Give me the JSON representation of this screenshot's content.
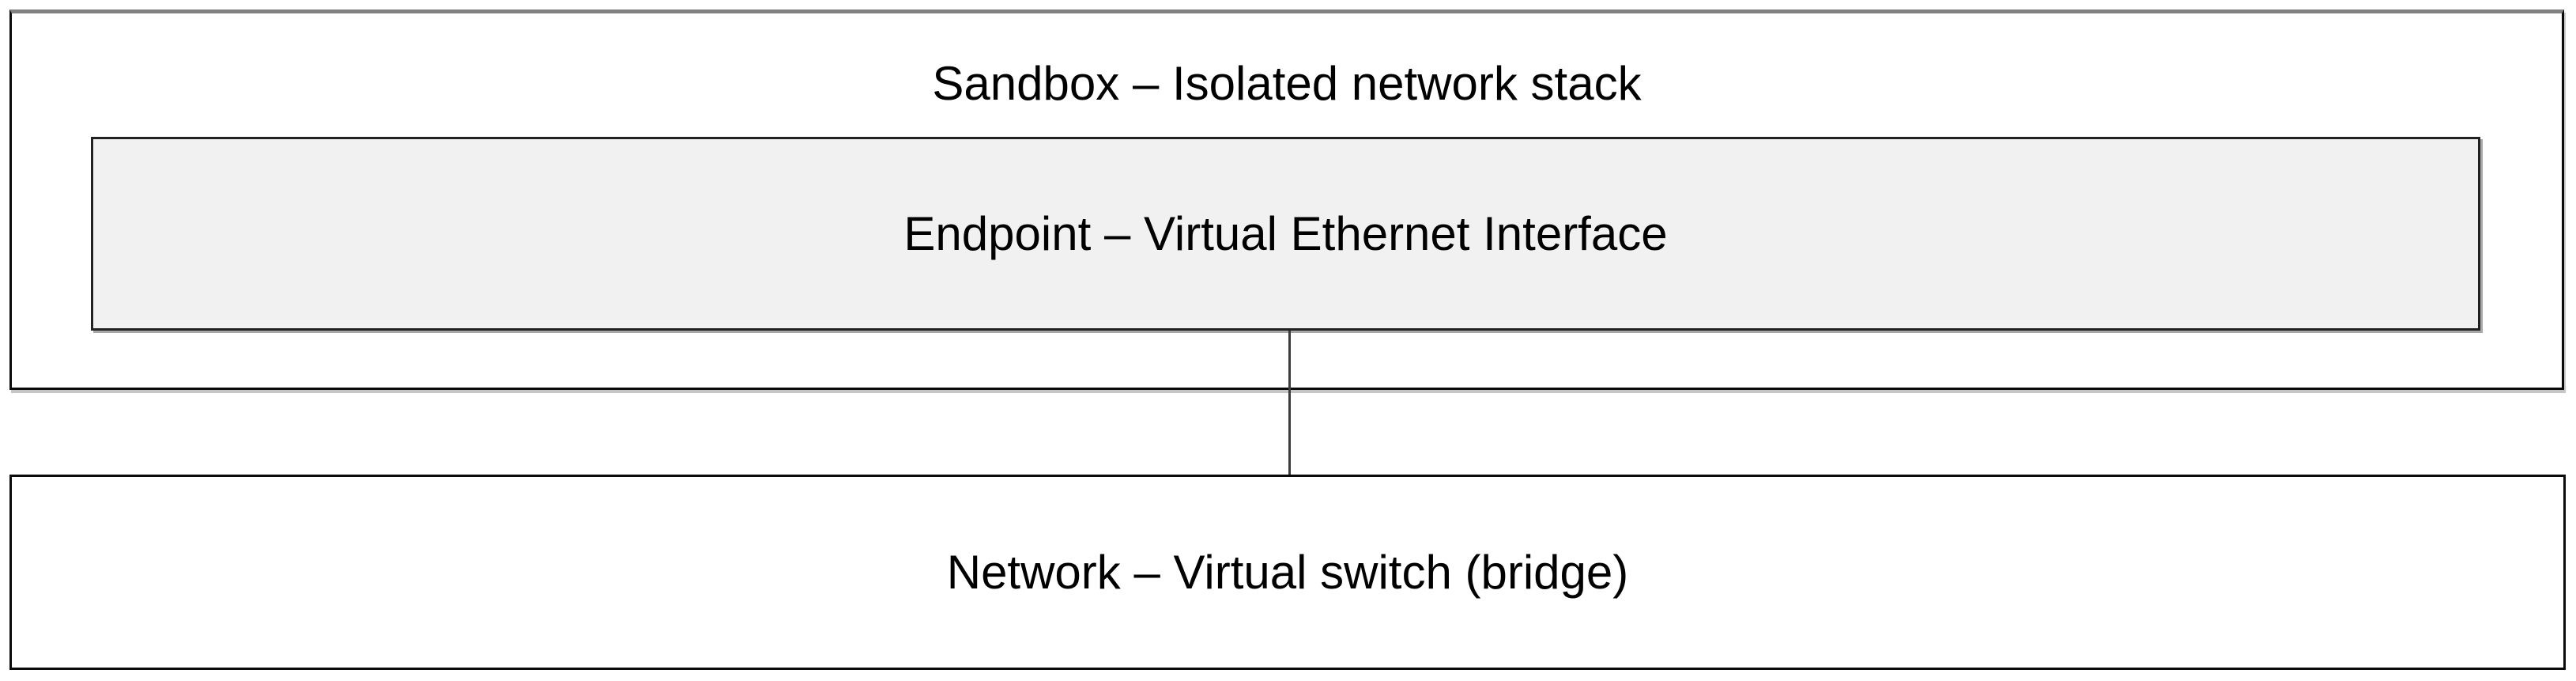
{
  "diagram": {
    "type": "network-architecture-diagram",
    "sandbox": {
      "label": "Sandbox – Isolated network stack"
    },
    "endpoint": {
      "label": "Endpoint – Virtual Ethernet Interface"
    },
    "network": {
      "label": "Network – Virtual switch (bridge)"
    },
    "connections": [
      {
        "from": "endpoint",
        "to": "network"
      }
    ],
    "colors": {
      "background": "#ffffff",
      "box_border": "#0a0a0a",
      "sandbox_top_border": "#808080",
      "endpoint_fill": "#f1f1f1",
      "connector_line": "#3c3c3c",
      "text": "#000000"
    }
  }
}
